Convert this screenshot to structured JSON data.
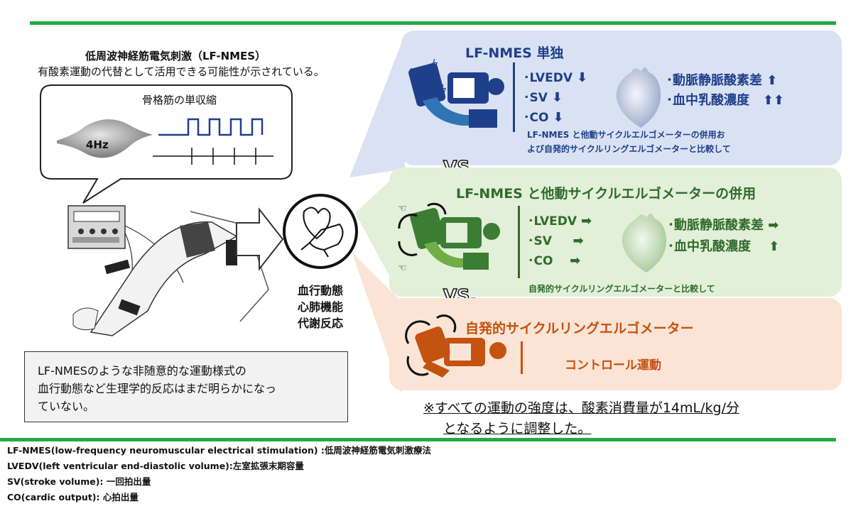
{
  "colors": {
    "green_rule": "#22aa44",
    "blue_panel": "#d9e2f3",
    "green_panel": "#e2efd9",
    "orange_panel": "#fbe4d5",
    "navy": "#1f3f8a",
    "dark_green": "#2f6b2b",
    "orange": "#c45210"
  },
  "left": {
    "title": "低周波神経筋電気刺激（LF-NMES）",
    "subtitle": "有酸素運動の代替として活用できる可能性が示されている。",
    "bubble_title": "骨格筋の単収縮",
    "freq": "4Hz",
    "note_lines": [
      "LF-NMESのような非随意的な運動様式の",
      "血行動態など生理学的反応はまだ明らかになっ",
      "ていない。"
    ]
  },
  "center": {
    "lines": [
      "血行動態",
      "心肺機能",
      "代謝反応"
    ]
  },
  "vs": "VS.",
  "blue": {
    "title": "LF-NMES 単独",
    "metrics": [
      "･LVEDV",
      "･SV",
      "･CO"
    ],
    "right": [
      "･動脈静脈酸素差",
      "･血中乳酸濃度"
    ],
    "note_lines": [
      "LF-NMES と他動サイクルエルゴメーターの併用お",
      "よび自発的サイクルリングエルゴメーターと比較して"
    ]
  },
  "green": {
    "title": "LF-NMES と他動サイクルエルゴメーターの併用",
    "metrics": [
      "･LVEDV",
      "･SV",
      "･CO"
    ],
    "right": [
      "･動脈静脈酸素差",
      "･血中乳酸濃度"
    ],
    "note": "自発的サイクルリングエルゴメーターと比較して"
  },
  "orange": {
    "title": "自発的サイクルリングエルゴメーター",
    "note": "コントロール運動"
  },
  "footnote_lines": [
    "※すべての運動の強度は、酸素消費量が14mL/kg/分",
    "となるように調整した。"
  ],
  "abbr": [
    "LF-NMES(low-frequency neuromuscular electrical stimulation) :低周波神経筋電気刺激療法",
    "LVEDV(left ventricular end-diastolic volume):左室拡張末期容量",
    "SV(stroke volume): 一回拍出量",
    "CO(cardic output): 心拍出量"
  ]
}
